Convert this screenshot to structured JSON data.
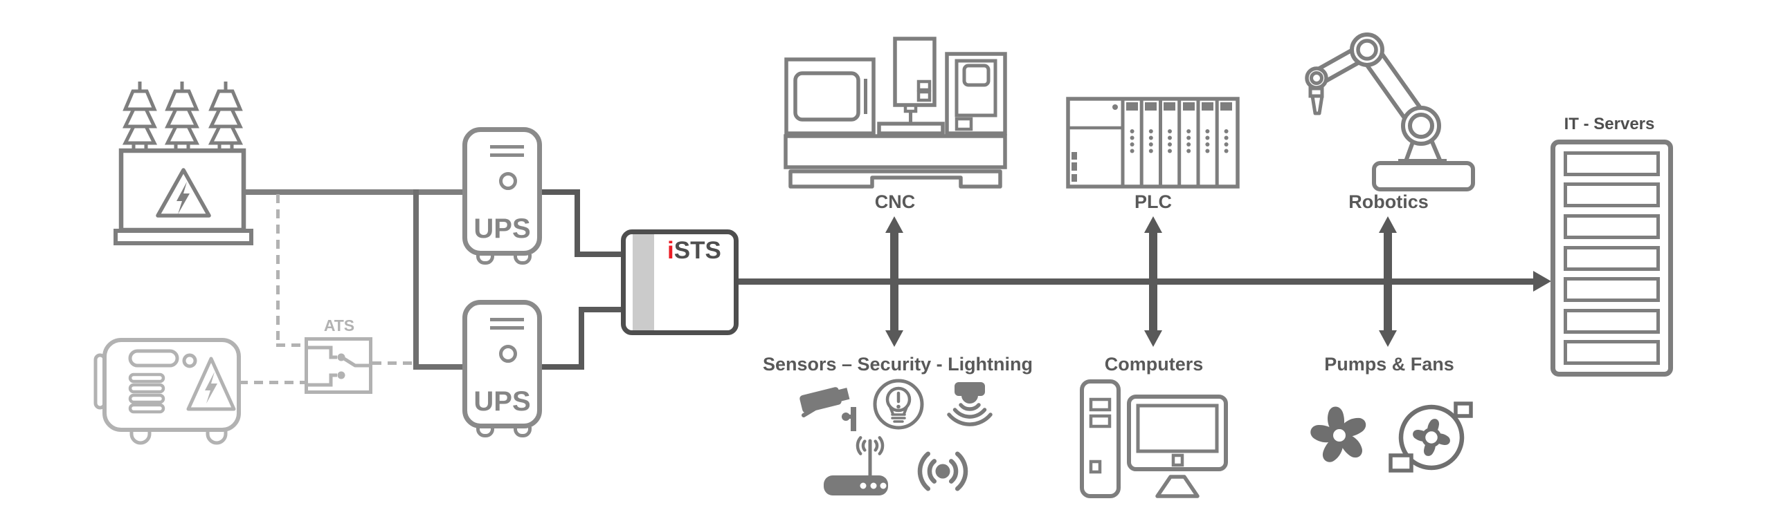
{
  "colors": {
    "background": "#ffffff",
    "dark_line": "#595959",
    "mid_icon": "#7e7e7e",
    "ups_gray": "#8a8a8a",
    "backup_light": "#b2b2b2",
    "ists_stripe": "#cbcbcb",
    "brand_red": "#ec1c24"
  },
  "sources": {
    "transformer_icon": "utility-transformer-icon",
    "generator_icon": "diesel-generator-icon",
    "ats": {
      "label": "ATS"
    },
    "ups": [
      {
        "label": "UPS"
      },
      {
        "label": "UPS"
      }
    ],
    "ists": {
      "brand_i": "i",
      "brand_sts": "STS"
    }
  },
  "loads": {
    "cnc": {
      "label": "CNC",
      "icon": "cnc-machine-icon"
    },
    "plc": {
      "label": "PLC",
      "icon": "plc-rack-icon"
    },
    "robotics": {
      "label": "Robotics",
      "icon": "robot-arm-icon"
    },
    "it_servers": {
      "label": "IT - Servers",
      "icon": "server-rack-icon"
    },
    "sensors": {
      "label": "Sensors – Security - Lightning",
      "icons": [
        "cctv-camera-icon",
        "alert-lightbulb-icon",
        "motion-sensor-icon",
        "wifi-router-icon",
        "wireless-signal-icon"
      ]
    },
    "computers": {
      "label": "Computers",
      "icons": [
        "desktop-tower-icon",
        "monitor-icon"
      ]
    },
    "pumps_fans": {
      "label": "Pumps & Fans",
      "icons": [
        "fan-icon",
        "centrifugal-pump-icon"
      ]
    }
  }
}
